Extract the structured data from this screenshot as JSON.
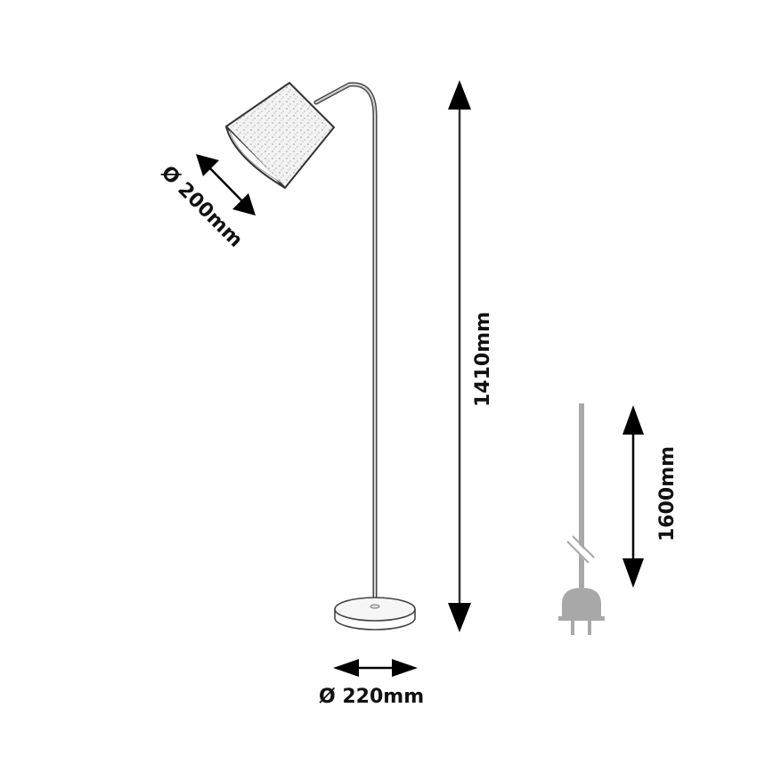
{
  "diagram": {
    "subject": "Floor lamp dimension drawing",
    "colors": {
      "line": "#222222",
      "cable": "#a8a8a8",
      "shade_fill": "#eeeeee",
      "arrow": "#000000"
    },
    "dimensions": {
      "shade_diameter": {
        "symbol": "Ø",
        "label": "Ø 200mm"
      },
      "base_diameter": {
        "symbol": "Ø",
        "label": "Ø 220mm"
      },
      "height": {
        "label": "1410mm"
      },
      "cable_length": {
        "label": "1600mm"
      }
    }
  }
}
